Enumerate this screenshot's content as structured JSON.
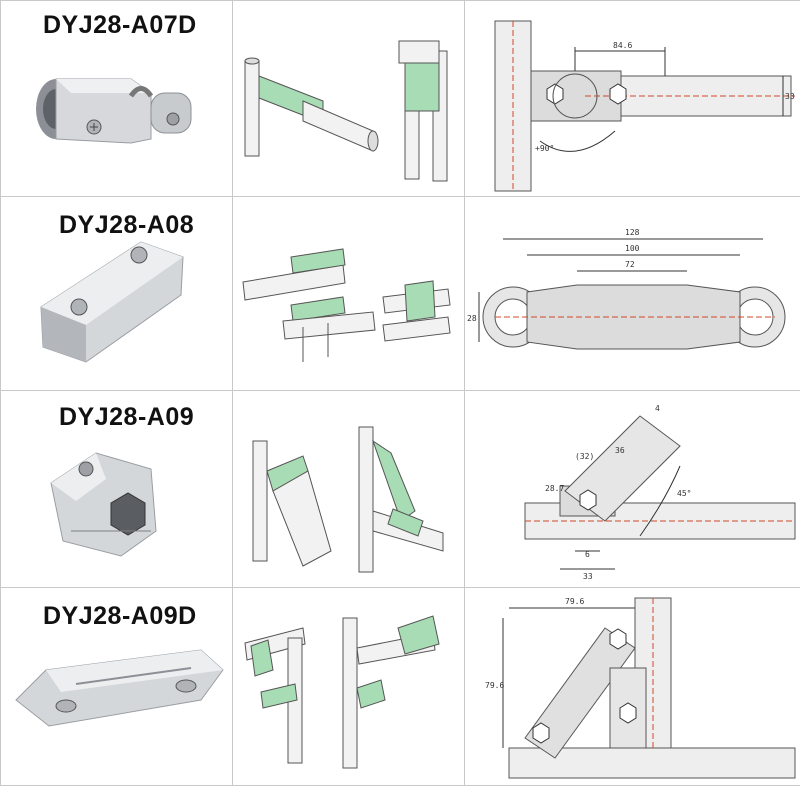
{
  "colors": {
    "metal_light": "#e2e4e6",
    "metal_mid": "#b9bdc1",
    "metal_dark": "#8c9096",
    "highlight_green": "#a8dcb5",
    "line": "#444444",
    "dim_line": "#d04a2a",
    "grid": "#c9c9c9"
  },
  "rows": [
    {
      "code": "DYJ28-A07D",
      "dimensions": {
        "length": "84.6",
        "height": "33",
        "angle": "+90°"
      }
    },
    {
      "code": "DYJ28-A08",
      "dimensions": {
        "overall": "128",
        "middle": "100",
        "inner": "72",
        "height": "28"
      }
    },
    {
      "code": "DYJ28-A09",
      "dimensions": {
        "top": "(32)",
        "mid": "36",
        "diag": "4",
        "height": "28.7",
        "angle": "45°",
        "foot": "6",
        "base": "33"
      }
    },
    {
      "code": "DYJ28-A09D",
      "dimensions": {
        "width": "79.6",
        "height": "79.6"
      }
    }
  ]
}
